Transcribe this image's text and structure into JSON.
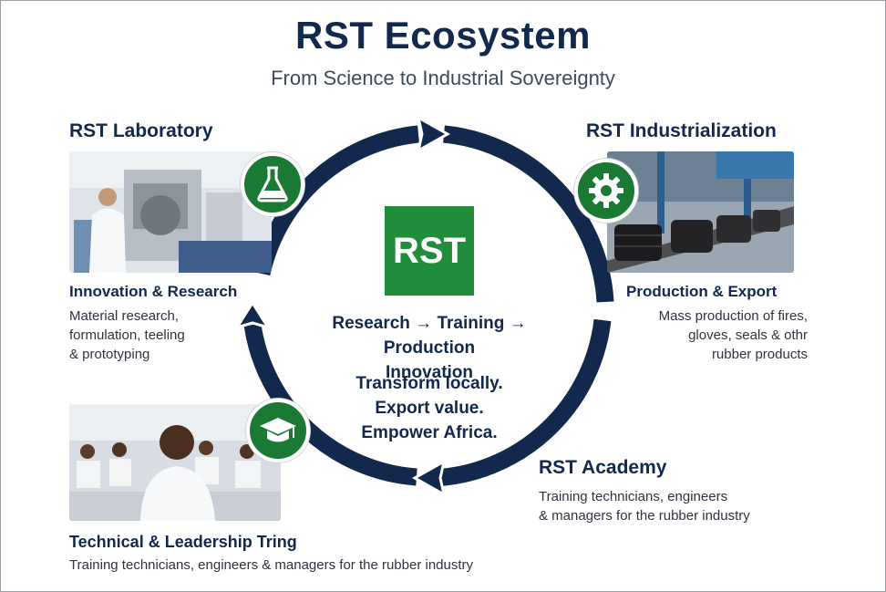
{
  "header": {
    "title": "RST Ecosystem",
    "subtitle": "From Science to Industrial Sovereignty"
  },
  "center": {
    "logo_text": "RST",
    "flow_line1": "Research → Training → Production",
    "flow_line2": "Innovation",
    "motto": [
      "Transform locally.",
      "Export value.",
      "Empower Africa."
    ]
  },
  "laboratory": {
    "title": "RST Laboratory",
    "subtitle": "Innovation & Research",
    "description": [
      "Material research,",
      "formulation, teeling",
      "& prototyping"
    ],
    "icon": "flask-icon"
  },
  "industrialization": {
    "title": "RST Industrialization",
    "subtitle": "Production & Export",
    "description": [
      "Mass production of fires,",
      "gloves, seals & othr",
      "rubber products"
    ],
    "icon": "gear-icon"
  },
  "academy": {
    "title": "RST Academy",
    "description": [
      "Training technicians, engineers",
      "& managers for the rubber industry"
    ],
    "subtitle": "Technical & Leadership Tring",
    "caption": "Training technicians, engineers & managers for the rubber industry",
    "icon": "graduation-cap-icon"
  },
  "colors": {
    "navy": "#12284c",
    "green": "#1a7a34",
    "logo_green": "#208d3b"
  }
}
